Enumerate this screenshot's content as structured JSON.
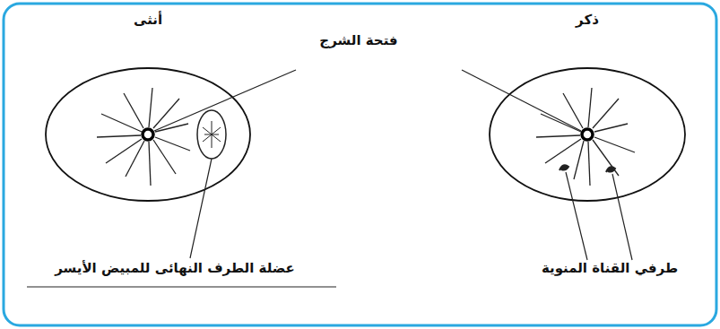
{
  "diagram": {
    "nodes": [
      {
        "text": [
          "ذكر"
        ]
      },
      {
        "text": [
          "أنثى"
        ]
      }
    ],
    "labels": [
      "فتحة الشرج",
      "عضلة الطرف النهائى للمبيض الأيسر",
      "طرفي القناة المنوية"
    ]
  }
}
